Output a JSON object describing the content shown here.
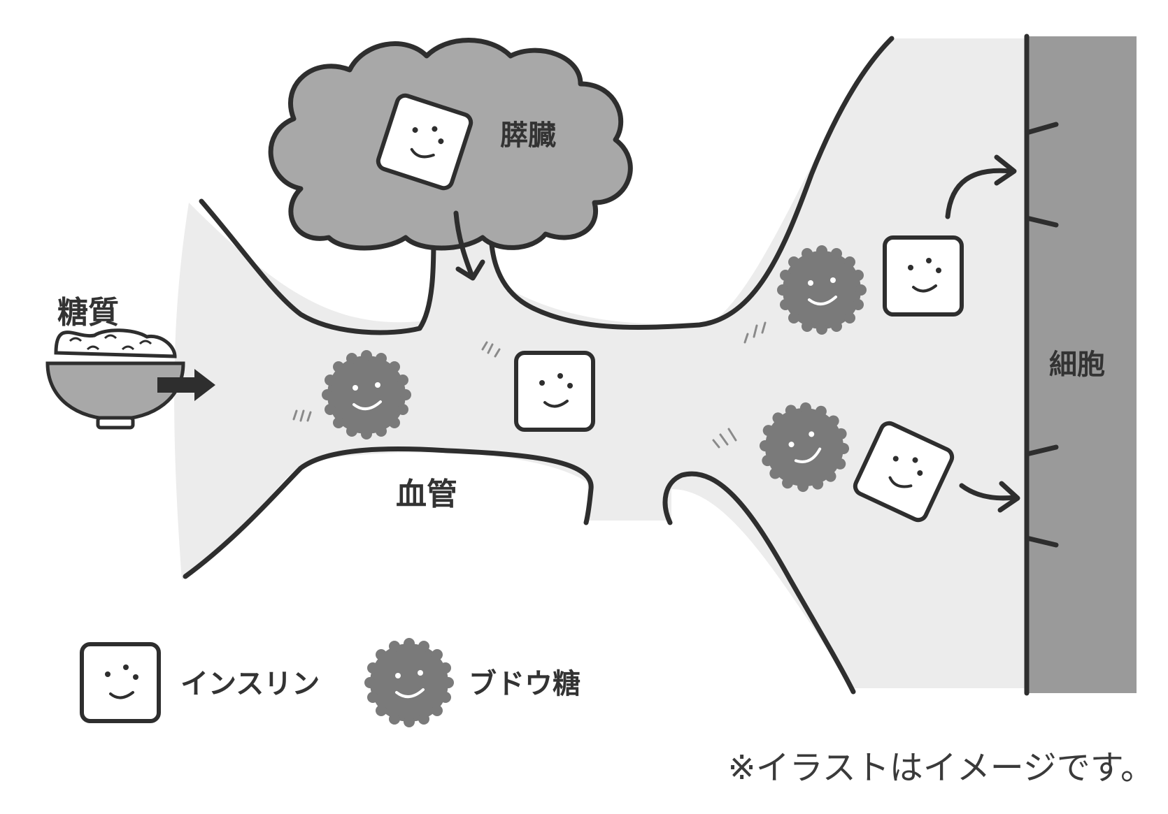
{
  "labels": {
    "carbohydrate": "糖質",
    "pancreas": "膵臓",
    "blood_vessel": "血管",
    "cell": "細胞"
  },
  "legend": {
    "insulin": "インスリン",
    "glucose": "ブドウ糖"
  },
  "note": "※イラストはイメージです。",
  "colors": {
    "vessel_fill": "#ececec",
    "pancreas_fill": "#a8a8a8",
    "cell_wall": "#9a9a9a",
    "glucose": "#7a7a7a",
    "outline": "#2e2e2e",
    "text": "#333333"
  },
  "icons": [
    "rice-bowl-icon",
    "insulin-icon",
    "glucose-icon",
    "arrow-icon"
  ]
}
